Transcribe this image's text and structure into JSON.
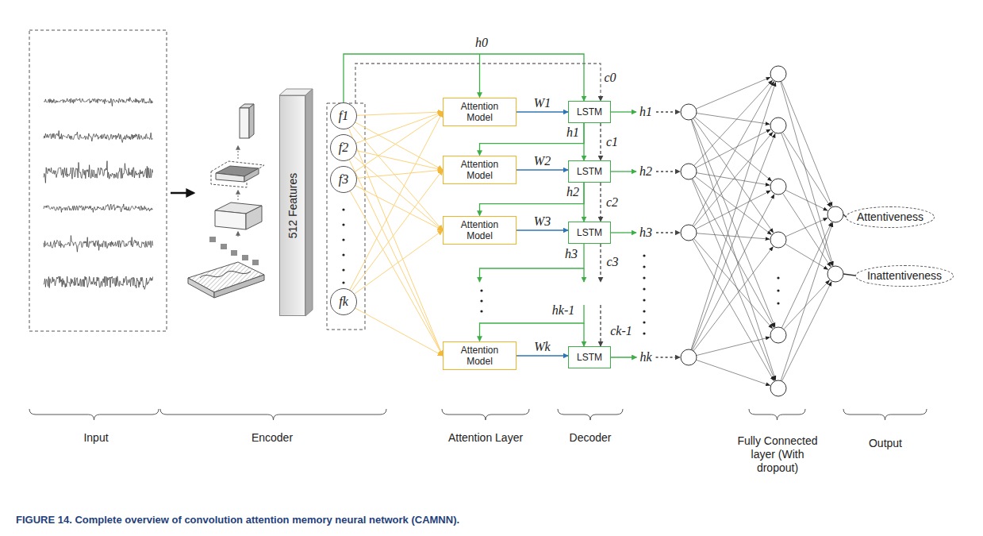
{
  "diagram": {
    "caption": "FIGURE 14. Complete overview of convolution attention memory neural network (CAMNN).",
    "nodes": [
      {
        "text": [
          "512 Features"
        ]
      },
      {
        "text": [
          "f1"
        ]
      },
      {
        "text": [
          "f2"
        ]
      },
      {
        "text": [
          "f3"
        ]
      },
      {
        "text": [
          "fk"
        ]
      },
      {
        "text": [
          "Attention Model"
        ]
      },
      {
        "text": [
          "Attention Model"
        ]
      },
      {
        "text": [
          "Attention Model"
        ]
      },
      {
        "text": [
          "Attention Model"
        ]
      },
      {
        "text": [
          "LSTM"
        ]
      },
      {
        "text": [
          "LSTM"
        ]
      },
      {
        "text": [
          "LSTM"
        ]
      },
      {
        "text": [
          "LSTM"
        ]
      },
      {
        "text": [
          "Attentiveness"
        ]
      },
      {
        "text": [
          "Inattentiveness"
        ]
      }
    ],
    "edges": [
      {
        "from": 1,
        "to": 5,
        "arrow": "to"
      },
      {
        "from": 1,
        "to": 6,
        "arrow": "to"
      },
      {
        "from": 1,
        "to": 7,
        "arrow": "to"
      },
      {
        "from": 1,
        "to": 8,
        "arrow": "to"
      },
      {
        "from": 2,
        "to": 5,
        "arrow": "to"
      },
      {
        "from": 2,
        "to": 6,
        "arrow": "to"
      },
      {
        "from": 2,
        "to": 7,
        "arrow": "to"
      },
      {
        "from": 2,
        "to": 8,
        "arrow": "to"
      },
      {
        "from": 3,
        "to": 5,
        "arrow": "to"
      },
      {
        "from": 3,
        "to": 6,
        "arrow": "to"
      },
      {
        "from": 3,
        "to": 7,
        "arrow": "to"
      },
      {
        "from": 3,
        "to": 8,
        "arrow": "to"
      },
      {
        "from": 4,
        "to": 5,
        "arrow": "to"
      },
      {
        "from": 4,
        "to": 6,
        "arrow": "to"
      },
      {
        "from": 4,
        "to": 7,
        "arrow": "to"
      },
      {
        "from": 4,
        "to": 8,
        "arrow": "to"
      },
      {
        "from": 5,
        "to": 9,
        "label": "W1",
        "arrow": "to"
      },
      {
        "from": 6,
        "to": 10,
        "label": "W2",
        "arrow": "to"
      },
      {
        "from": 7,
        "to": 11,
        "label": "W3",
        "arrow": "to"
      },
      {
        "from": 8,
        "to": 12,
        "label": "Wk",
        "arrow": "to"
      },
      {
        "from": 9,
        "to": 6,
        "label": "h1",
        "arrow": "to"
      },
      {
        "from": 9,
        "to": 10,
        "arrow": "to"
      },
      {
        "from": 9,
        "to": 10,
        "label": "c1",
        "arrow": "to"
      },
      {
        "from": 10,
        "to": 7,
        "label": "h2",
        "arrow": "to"
      },
      {
        "from": 10,
        "to": 11,
        "arrow": "to"
      },
      {
        "from": 10,
        "to": 11,
        "label": "c2",
        "arrow": "to"
      }
    ],
    "labels": [
      "h0",
      "c0",
      "h3",
      "c3",
      "hk-1",
      "ck-1",
      "h1",
      "h2",
      "h3",
      "hk",
      "Input",
      "Encoder",
      "Attention Layer",
      "Decoder",
      "Fully Connected layer (With dropout)",
      "Output"
    ]
  }
}
